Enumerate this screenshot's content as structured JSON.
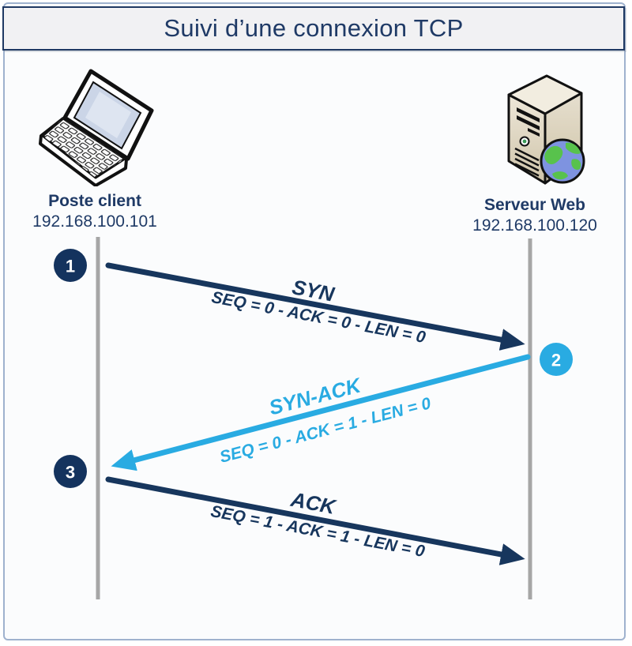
{
  "diagram_title": "Suivi d’une connexion TCP",
  "client": {
    "name": "Poste client",
    "ip": "192.168.100.101"
  },
  "server": {
    "name": "Serveur Web",
    "ip": "192.168.100.120"
  },
  "steps": [
    {
      "number": "1",
      "actor": "client"
    },
    {
      "number": "2",
      "actor": "server"
    },
    {
      "number": "3",
      "actor": "client"
    }
  ],
  "messages": [
    {
      "label": "SYN",
      "detail": "SEQ = 0 - ACK = 0 - LEN = 0",
      "from": "Poste client",
      "to": "Serveur Web",
      "color": "#17365D"
    },
    {
      "label": "SYN-ACK",
      "detail": "SEQ = 0 - ACK = 1 - LEN = 0",
      "from": "Serveur Web",
      "to": "Poste client",
      "color": "#29ABE2"
    },
    {
      "label": "ACK",
      "detail": "SEQ = 1 - ACK = 1 - LEN = 0",
      "from": "Poste client",
      "to": "Serveur Web",
      "color": "#17365D"
    }
  ],
  "colors": {
    "navy": "#17365D",
    "cyan": "#29ABE2",
    "lifeline_gray": "#A6A6A6",
    "title_text": "#1F3A66",
    "title_fill": "#F1F1F3",
    "frame_border": "#9FB2CE"
  }
}
